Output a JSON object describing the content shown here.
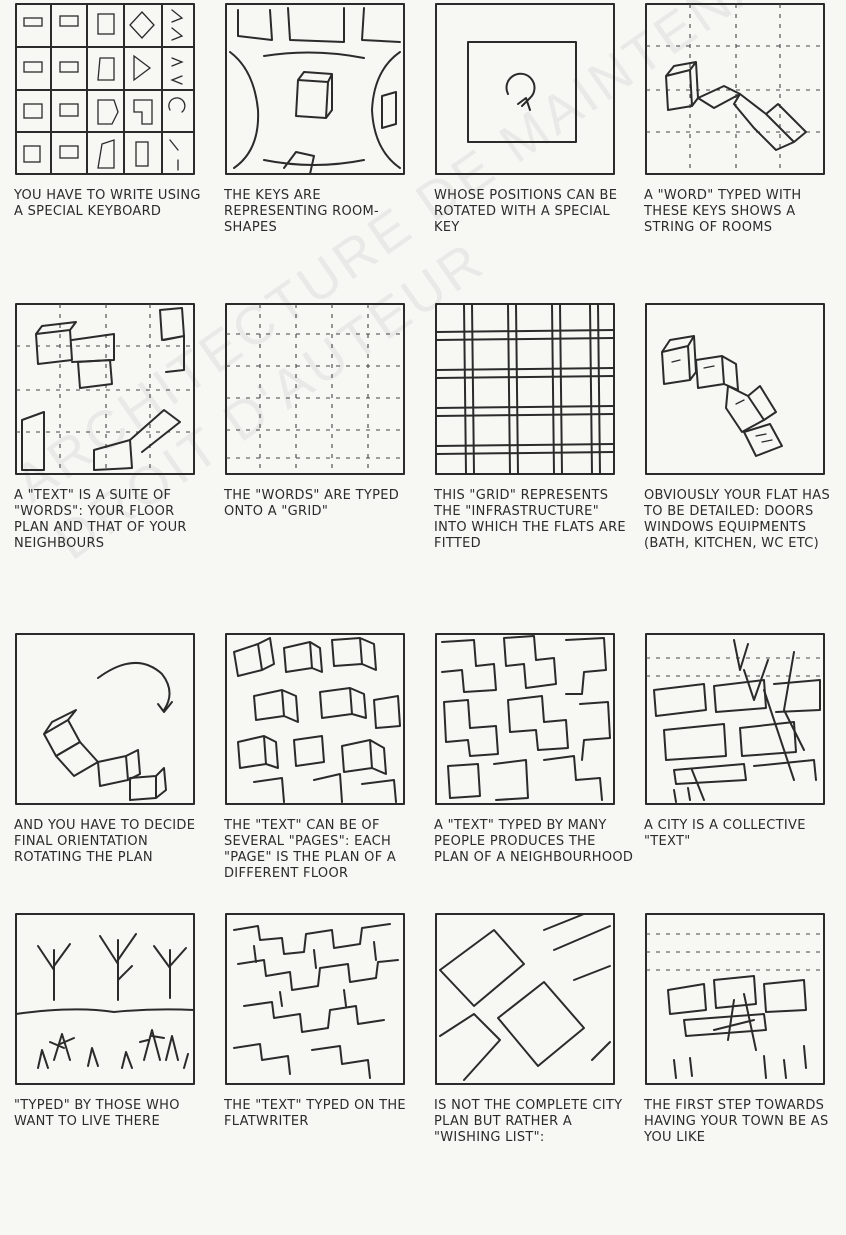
{
  "watermark": [
    "ARCHITECTURE DE MAINTENANT",
    "DROIT D'AUTEUR"
  ],
  "panels": [
    {
      "caption": "YOU HAVE TO WRITE USING A SPECIAL KEYBOARD",
      "drawing": "keyboard-grid"
    },
    {
      "caption": "THE KEYS ARE REPRESENTING ROOM-SHAPES",
      "drawing": "key-room-shapes"
    },
    {
      "caption": "WHOSE POSITIONS CAN BE ROTATED WITH A SPECIAL KEY",
      "drawing": "rotation-key"
    },
    {
      "caption": "A \"WORD\" TYPED WITH THESE KEYS SHOWS A STRING OF ROOMS",
      "drawing": "room-string"
    },
    {
      "caption": "A \"TEXT\" IS A SUITE OF \"WORDS\": YOUR FLOOR PLAN AND THAT OF YOUR NEIGHBOURS",
      "drawing": "text-of-words"
    },
    {
      "caption": "THE \"WORDS\" ARE TYPED ONTO A \"GRID\"",
      "drawing": "dotted-grid"
    },
    {
      "caption": "THIS \"GRID\" REPRESENTS THE \"INFRASTRUCTURE\" INTO WHICH THE FLATS ARE FITTED",
      "drawing": "infrastructure-grid"
    },
    {
      "caption": "OBVIOUSLY YOUR FLAT HAS TO BE DETAILED: DOORS WINDOWS EQUIPMENTS (BATH, KITCHEN, WC ETC)",
      "drawing": "detailed-flat"
    },
    {
      "caption": "AND YOU HAVE TO DECIDE FINAL ORIENTATION ROTATING THE PLAN",
      "drawing": "rotating-plan"
    },
    {
      "caption": "THE \"TEXT\" CAN BE OF SEVERAL \"PAGES\": EACH \"PAGE\" IS THE PLAN OF A DIFFERENT FLOOR",
      "drawing": "several-pages"
    },
    {
      "caption": "A \"TEXT\" TYPED BY MANY PEOPLE PRODUCES THE PLAN OF A NEIGHBOURHOOD",
      "drawing": "neighbourhood"
    },
    {
      "caption": "A CITY IS A COLLECTIVE \"TEXT\"",
      "drawing": "city-perspective"
    },
    {
      "caption": "\"TYPED\" BY THOSE WHO WANT TO LIVE THERE",
      "drawing": "people-trees"
    },
    {
      "caption": "THE \"TEXT\" TYPED ON THE FLATWRITER",
      "drawing": "flatwriter-plan"
    },
    {
      "caption": "IS NOT THE COMPLETE CITY PLAN BUT RATHER A \"WISHING LIST\":",
      "drawing": "wishing-list"
    },
    {
      "caption": "THE FIRST STEP TOWARDS HAVING YOUR TOWN BE AS YOU LIKE",
      "drawing": "town-view"
    }
  ]
}
